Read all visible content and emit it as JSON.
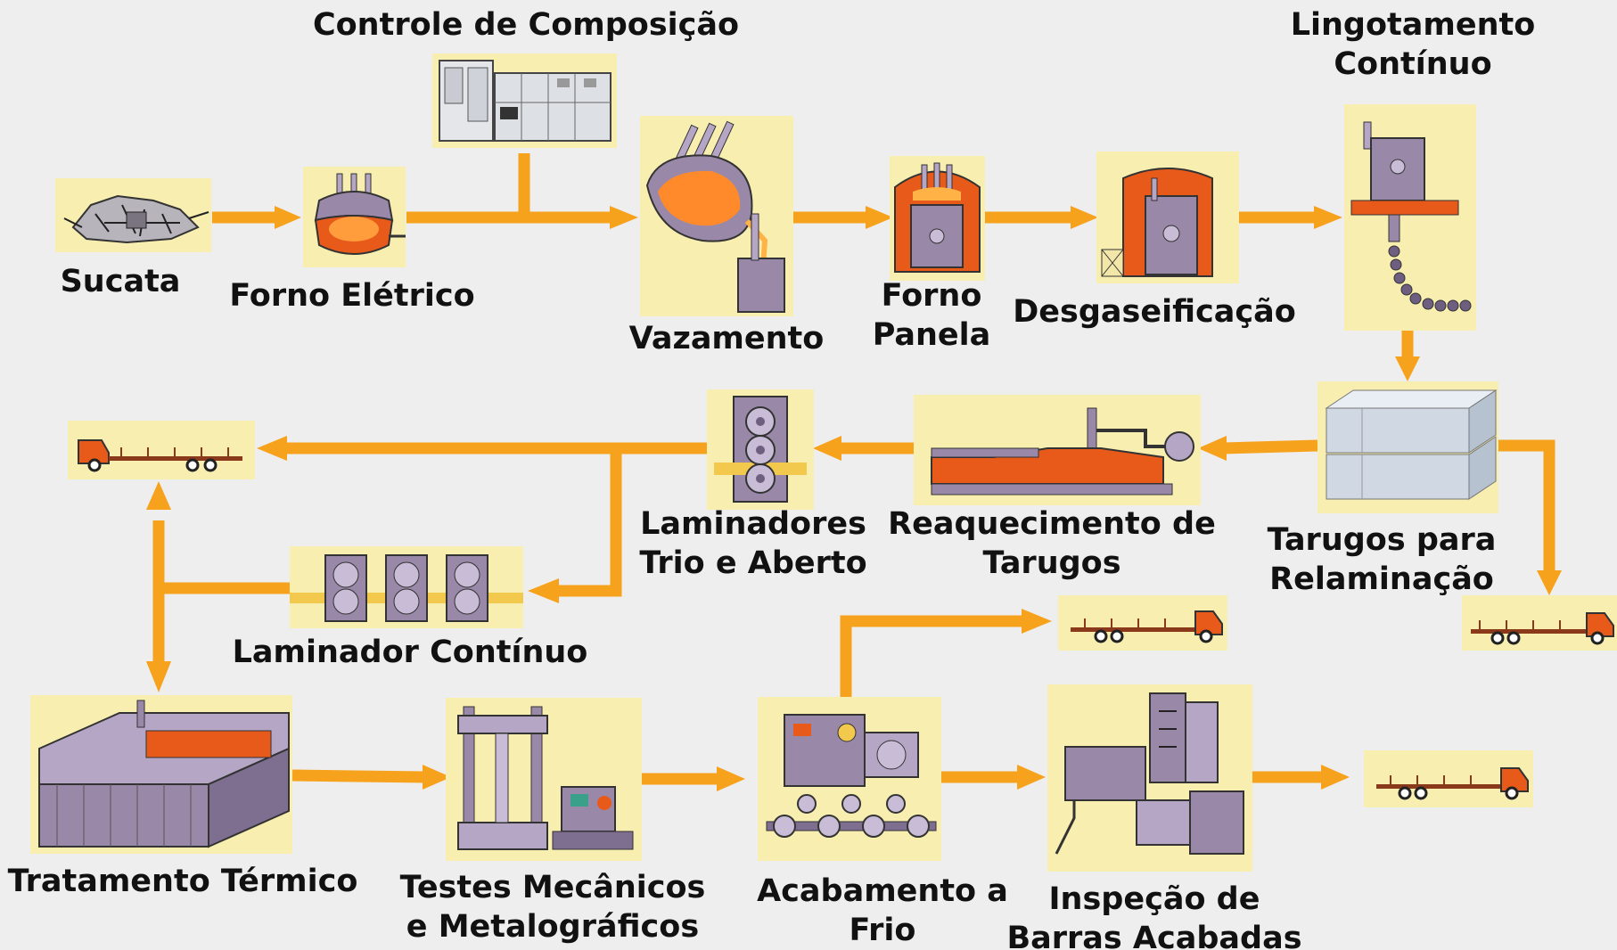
{
  "colors": {
    "arrow": "#f7a21c",
    "picture_bg": "#f7eeb0",
    "furnace": "#e85a1a",
    "steel": "#9a88a8"
  },
  "nodes": [
    {
      "id": "sucata",
      "label": "Sucata",
      "icon": "scrap-pile-icon"
    },
    {
      "id": "forno_eletrico",
      "label": "Forno Elétrico",
      "icon": "electric-furnace-icon"
    },
    {
      "id": "controle",
      "label": "Controle de Composição",
      "icon": "control-panel-icon"
    },
    {
      "id": "vazamento",
      "label": "Vazamento",
      "icon": "tapping-ladle-icon"
    },
    {
      "id": "forno_panela",
      "label": "Forno\nPanela",
      "icon": "ladle-furnace-icon"
    },
    {
      "id": "desgaseificacao",
      "label": "Desgaseificação",
      "icon": "degassing-vessel-icon"
    },
    {
      "id": "lingotamento",
      "label": "Lingotamento\nContínuo",
      "icon": "continuous-casting-icon"
    },
    {
      "id": "tarugos_relaminacao",
      "label": "Tarugos para\nRelaminação",
      "icon": "billets-icon"
    },
    {
      "id": "reaquecimento",
      "label": "Reaquecimento de\nTarugos",
      "icon": "reheating-furnace-icon"
    },
    {
      "id": "laminadores_trio",
      "label": "Laminadores\nTrio e Aberto",
      "icon": "rolling-stand-icon"
    },
    {
      "id": "laminador_continuo",
      "label": "Laminador Contínuo",
      "icon": "continuous-mill-icon"
    },
    {
      "id": "tratamento_termico",
      "label": "Tratamento Térmico",
      "icon": "heat-treatment-furnace-icon"
    },
    {
      "id": "testes",
      "label": "Testes Mecânicos\ne Metalográficos",
      "icon": "testing-machine-icon"
    },
    {
      "id": "acabamento",
      "label": "Acabamento a\nFrio",
      "icon": "cold-finishing-icon"
    },
    {
      "id": "inspecao",
      "label": "Inspeção de\nBarras Acabadas",
      "icon": "inspection-equipment-icon"
    }
  ],
  "trucks": [
    {
      "id": "truck_left",
      "icon": "delivery-truck-icon"
    },
    {
      "id": "truck_billets",
      "icon": "delivery-truck-icon"
    },
    {
      "id": "truck_cold_finish",
      "icon": "delivery-truck-icon"
    },
    {
      "id": "truck_final",
      "icon": "delivery-truck-icon"
    }
  ]
}
